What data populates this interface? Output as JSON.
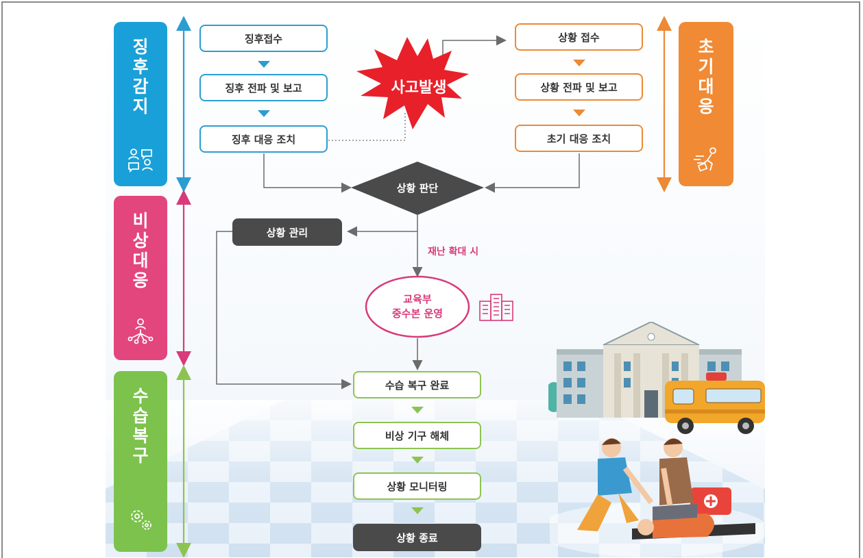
{
  "phases": {
    "detect": {
      "label": "징\n후\n감\n지",
      "color": "#1aa0d8"
    },
    "early": {
      "label": "초\n기\n대\n응",
      "color": "#f08a34"
    },
    "emergency": {
      "label": "비\n상\n대\n응",
      "color": "#e3457d"
    },
    "recovery": {
      "label": "수\n습\n복\n구",
      "color": "#7cc24d"
    }
  },
  "left_flow": [
    "징후접수",
    "징후 전파 및 보고",
    "징후 대응 조치"
  ],
  "right_flow": [
    "상황 접수",
    "상황 전파 및 보고",
    "초기 대응 조치"
  ],
  "accident": "사고발생",
  "decision": "상황 판단",
  "manage": "상황 관리",
  "expand_label": "재난 확대 시",
  "hq": {
    "line1": "교육부",
    "line2": "중수본 운영"
  },
  "recovery_flow": [
    "수습 복구 완료",
    "비상 기구 해체",
    "상황 모니터링"
  ],
  "end": "상황 종료",
  "colors": {
    "blue": "#2c9dd1",
    "orange": "#ec8a35",
    "pink": "#d83a7a",
    "green": "#8dc351",
    "dark": "#4a4a4a",
    "red": "#e8202a"
  }
}
